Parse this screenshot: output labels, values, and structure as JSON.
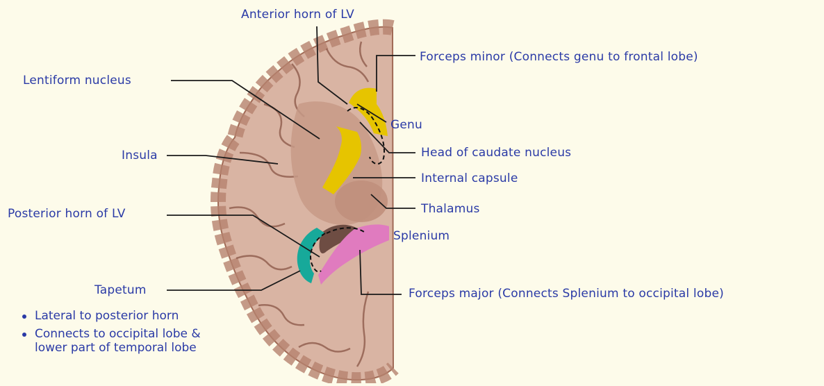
{
  "labels": {
    "anterior_horn": "Anterior horn of LV",
    "forceps_minor": "Forceps minor (Connects genu to frontal lobe)",
    "lentiform_nucleus": "Lentiform nucleus",
    "genu": "Genu",
    "insula": "Insula",
    "head_caudate": "Head of caudate nucleus",
    "internal_capsule": "Internal capsule",
    "thalamus": "Thalamus",
    "posterior_horn": "Posterior horn of LV",
    "splenium": "Splenium",
    "tapetum": "Tapetum",
    "forceps_major": "Forceps major (Connects Splenium to occipital lobe)"
  },
  "notes": [
    {
      "line1": "Lateral to posterior horn",
      "line2": ""
    },
    {
      "line1": "Connects to occipital lobe &",
      "line2": "lower part of temporal lobe"
    }
  ],
  "colors": {
    "background": "#fdfbea",
    "label_text": "#2a3aa6",
    "brain_tissue": "#c79a87",
    "white_matter": "#d9b4a3",
    "cortex_dark": "#a9735f",
    "yellow_highlight": "#e6c400",
    "teal_highlight": "#17a99a",
    "pink_highlight": "#e07bbf",
    "leader_line": "#1a1a1a"
  }
}
